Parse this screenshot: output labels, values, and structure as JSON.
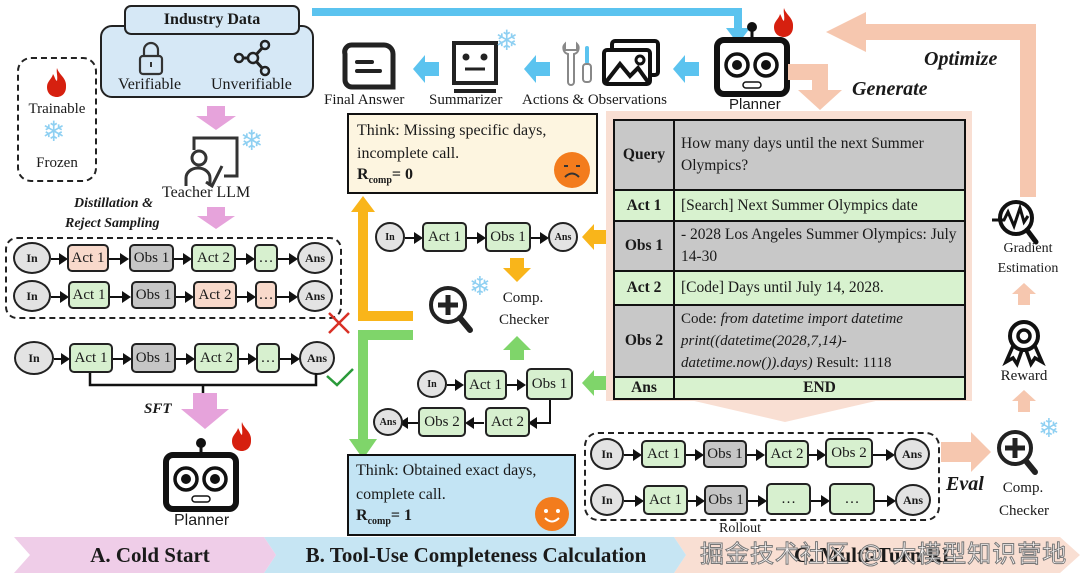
{
  "legend": {
    "trainable": "Trainable",
    "frozen": "Frozen"
  },
  "industry_data": {
    "title": "Industry Data",
    "verifiable": "Verifiable",
    "unverifiable": "Unverifiable"
  },
  "teacher": {
    "label": "Teacher LLM",
    "distill": "Distillation &",
    "reject": "Reject Sampling"
  },
  "sft": {
    "label": "SFT"
  },
  "planner_label": "Planner",
  "nodes": {
    "in": "In",
    "ans": "Ans",
    "act1": "Act 1",
    "act2": "Act 2",
    "obs1": "Obs 1",
    "obs2": "Obs 2",
    "ellipsis": "…"
  },
  "pipeline": {
    "final_answer": "Final Answer",
    "summarizer": "Summarizer",
    "actions_observations": "Actions & Observations",
    "planner": "Planner",
    "generate": "Generate",
    "optimize": "Optimize"
  },
  "think_bad": {
    "line1": "Think: Missing specific days,",
    "line2": "incomplete call.",
    "r_main": "R",
    "r_sub": "comp",
    "r_val": "= 0"
  },
  "think_good": {
    "line1": "Think: Obtained exact days,",
    "line2": "complete call.",
    "r_main": "R",
    "r_sub": "comp",
    "r_val": "= 1"
  },
  "checker": {
    "line1": "Comp.",
    "line2": "Checker"
  },
  "table": {
    "rows": [
      {
        "head": "Query",
        "text": "How many days until the next Summer Olympics?"
      },
      {
        "head": "Act 1",
        "text": "[Search] Next Summer Olympics date"
      },
      {
        "head": "Obs 1",
        "text": "- 2028 Los Angeles Summer Olympics: July 14-30"
      },
      {
        "head": "Act 2",
        "text": "[Code] Days until July 14, 2028."
      },
      {
        "head": "Obs 2",
        "code_label": "Code: ",
        "code": "from datetime import datetime print((datetime(2028,7,14)-datetime.now()).days)",
        "result": " Result: 1118"
      },
      {
        "head": "Ans",
        "text": "END"
      }
    ]
  },
  "rl": {
    "gradient": "Gradient",
    "estimation": "Estimation",
    "reward": "Reward",
    "eval": "Eval",
    "rollout": "Rollout"
  },
  "banners": {
    "a": "A. Cold Start",
    "b": "B. Tool-Use Completeness Calculation",
    "c": "C. Multi-Turn RL"
  },
  "watermark": "掘金技术社区 @ 大模型知识营地",
  "colors": {
    "blue_arrow": "#5bc3ef",
    "pink_arrow": "#e6a3db",
    "peach": "#f6c7af",
    "orange": "#f9b51a",
    "green": "#7fd56a",
    "fire": "#d6200f",
    "snow": "#8fd0f2"
  }
}
